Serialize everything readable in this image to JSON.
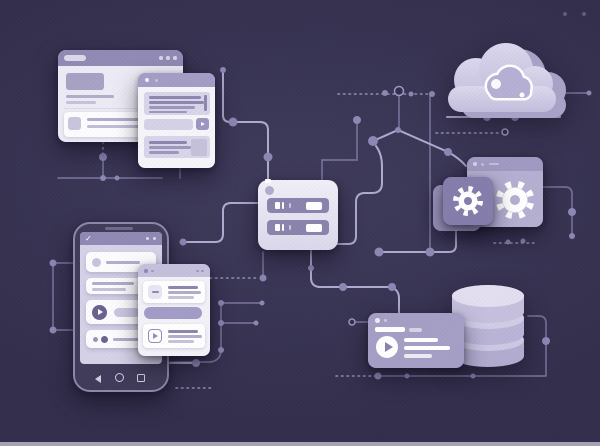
{
  "scene": {
    "type": "flat-illustration",
    "theme": "dark purple tech / architecture diagram",
    "background": "#322e4c",
    "floor_strip": "#b3b0c2",
    "circuit_line": "#8a84b0",
    "circuit_line_bright": "#b9b4da"
  },
  "palette": {
    "window_header": "#918ab4",
    "window_body": "#edebf5",
    "lavender_card": "#d9d5ea",
    "medium_purple": "#857dab",
    "server_slot": "#8a84ae",
    "phone_body": "#403b59",
    "screen": "#d6d2e8",
    "cloud": "#cfcbe5",
    "media_window": "#a59fc6",
    "database": "#bdb7d8",
    "white": "#ffffff"
  },
  "icons": {
    "check": "✓"
  },
  "components": {
    "browser_window_back": {
      "header_dots": 3,
      "address_pill": true,
      "hero_block": true,
      "skeleton_lines": 2,
      "list_cards": 1
    },
    "browser_window_front": {
      "header_dots": 2,
      "text_card_lines": 4,
      "play_button": true,
      "content_cards": 2
    },
    "cloud": {
      "inner_cloud_outline": true,
      "highlight_dots": 2
    },
    "server": {
      "corner_dot": true,
      "slots": 2,
      "slot_led": true
    },
    "settings_window": {
      "header_dots": 2,
      "gears": 2
    },
    "smartphone": {
      "status_dots": 2,
      "cards": 4,
      "nav_buttons": [
        "back",
        "home",
        "recents"
      ]
    },
    "app_card_panel": {
      "header_dots": 2,
      "cards": 3,
      "accent_pill": true
    },
    "media_window": {
      "header_dots": 2,
      "play_button": true,
      "skeleton_lines": 3
    },
    "database": {
      "segments": 3
    }
  }
}
